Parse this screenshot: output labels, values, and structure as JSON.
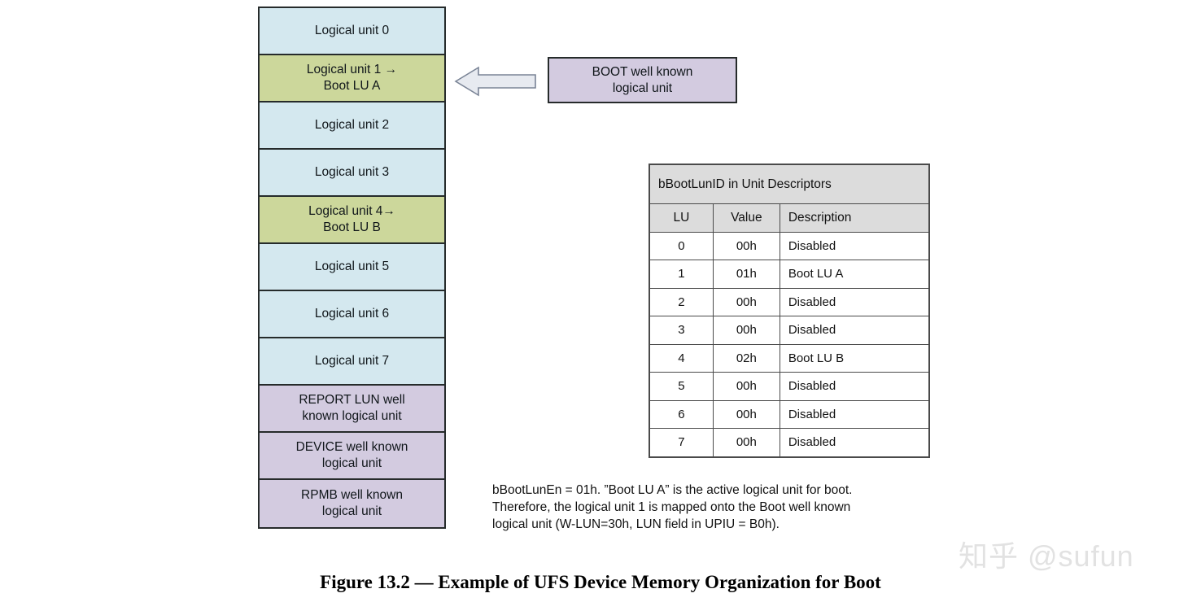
{
  "lu_column": {
    "blocks": [
      {
        "label": "Logical unit 0",
        "kind": "cyan",
        "lines": 1
      },
      {
        "label": "Logical unit 1 →\nBoot LU A",
        "kind": "green",
        "lines": 2
      },
      {
        "label": "Logical unit 2",
        "kind": "cyan",
        "lines": 1
      },
      {
        "label": "Logical unit 3",
        "kind": "cyan",
        "lines": 1
      },
      {
        "label": "Logical unit 4→\nBoot LU B",
        "kind": "green",
        "lines": 2
      },
      {
        "label": "Logical unit 5",
        "kind": "cyan",
        "lines": 1
      },
      {
        "label": "Logical unit 6",
        "kind": "cyan",
        "lines": 1
      },
      {
        "label": "Logical unit 7",
        "kind": "cyan",
        "lines": 1
      },
      {
        "label": "REPORT LUN well\nknown logical unit",
        "kind": "purple",
        "lines": 2
      },
      {
        "label": "DEVICE well known\nlogical unit",
        "kind": "purple",
        "lines": 2
      },
      {
        "label": "RPMB well known\nlogical unit",
        "kind": "purple",
        "lines": 2
      }
    ]
  },
  "callout": {
    "arrow_icon": "left-arrow-icon",
    "box_label": "BOOT well known\nlogical unit"
  },
  "table": {
    "title": "bBootLunID in Unit Descriptors",
    "columns": [
      "LU",
      "Value",
      "Description"
    ],
    "rows": [
      [
        "0",
        "00h",
        "Disabled"
      ],
      [
        "1",
        "01h",
        "Boot LU A"
      ],
      [
        "2",
        "00h",
        "Disabled"
      ],
      [
        "3",
        "00h",
        "Disabled"
      ],
      [
        "4",
        "02h",
        "Boot LU B"
      ],
      [
        "5",
        "00h",
        "Disabled"
      ],
      [
        "6",
        "00h",
        "Disabled"
      ],
      [
        "7",
        "00h",
        "Disabled"
      ]
    ]
  },
  "explanation": "bBootLunEn = 01h. ”Boot LU A” is the active logical unit for boot.\nTherefore, the logical unit 1 is mapped onto the Boot well known\nlogical unit (W-LUN=30h, LUN field in UPIU = B0h).",
  "caption": "Figure 13.2 — Example of UFS Device Memory Organization for Boot",
  "watermark": "知乎 @sufun",
  "colors": {
    "cyan_fill": "#d4e8ef",
    "green_fill": "#ccd79b",
    "purple_fill": "#d3cbe0",
    "table_header_fill": "#dcdcdc",
    "block_border": "#262b2b",
    "table_border": "#4a4a4a"
  }
}
